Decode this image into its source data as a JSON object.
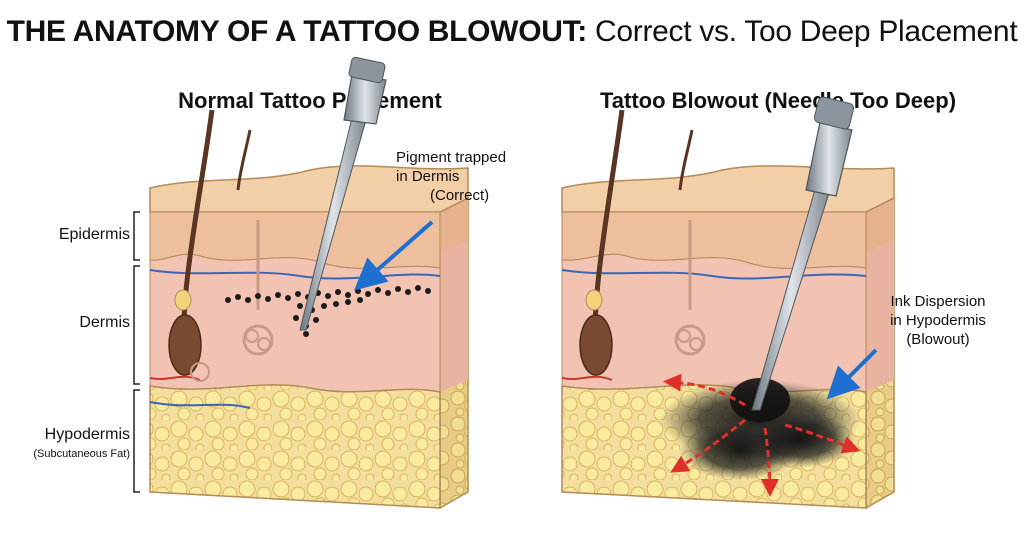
{
  "title": {
    "bold": "THE ANATOMY OF A TATTOO BLOWOUT:",
    "light": "Correct vs. Too Deep Placement"
  },
  "panels": {
    "left": {
      "title": "Normal Tattoo Placement"
    },
    "right": {
      "title": "Tattoo Blowout (Needle Too Deep)"
    }
  },
  "layers": {
    "epidermis": "Epidermis",
    "dermis": "Dermis",
    "hypodermis": "Hypodermis",
    "hypodermis_sub": "(Subcutaneous Fat)"
  },
  "annotations": {
    "left": [
      "Pigment trapped",
      "in Dermis",
      "(Correct)"
    ],
    "right": [
      "Ink Dispersion",
      "in Hypodermis",
      "(Blowout)"
    ]
  },
  "colors": {
    "skin_top": "#f2cfa6",
    "epidermis": "#eebf9d",
    "dermis": "#f2c3b2",
    "fat": "#f3de9e",
    "fat_bubble": "#f8ea9f",
    "ink": "#1a1a1a",
    "arrow_blue": "#1f6fd1",
    "arrow_red": "#e0302a",
    "needle": "#9aa3ab"
  }
}
